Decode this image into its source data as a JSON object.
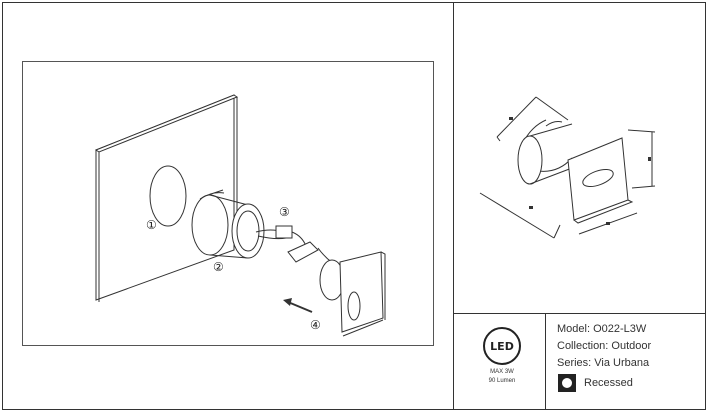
{
  "steps": [
    "①",
    "②",
    "③",
    "④"
  ],
  "badge": {
    "logo_text": "LED",
    "power": "MAX 3W",
    "lumen": "90 Lumen"
  },
  "product": {
    "model": "Model: O022-L3W",
    "collection": "Collection: Outdoor",
    "series": "Series: Via Urbana",
    "mount_type": "Recessed",
    "mount_icon": "recessed-icon"
  }
}
